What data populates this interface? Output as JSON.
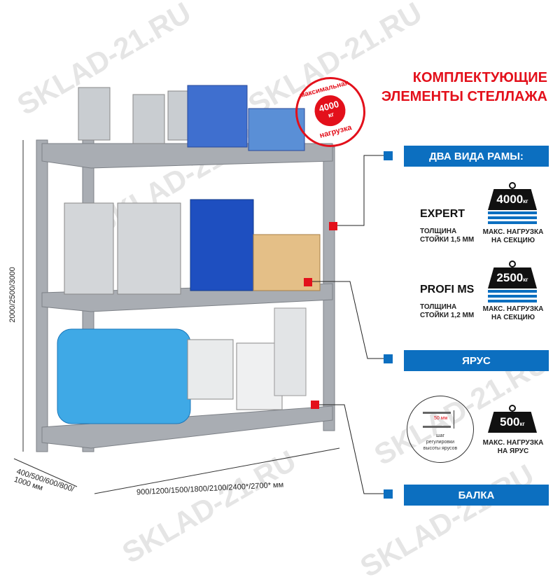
{
  "watermark": "SKLAD-21.RU",
  "title": {
    "line1": "КОМПЛЕКТУЮЩИЕ",
    "line2": "ЭЛЕМЕНТЫ СТЕЛЛАЖА"
  },
  "stamp": {
    "top": "максимальная",
    "value": "4000",
    "unit": "кг",
    "bottom": "нагрузка"
  },
  "frames": {
    "header": "ДВА ВИДА РАМЫ:",
    "items": [
      {
        "model": "EXPERT",
        "thickness_line1": "ТОЛЩИНА",
        "thickness_line2": "СТОЙКИ 1,5 ММ",
        "load": "4000",
        "unit": "кг",
        "cap_line1": "МАКС. НАГРУЗКА",
        "cap_line2": "НА СЕКЦИЮ"
      },
      {
        "model": "PROFI MS",
        "thickness_line1": "ТОЛЩИНА",
        "thickness_line2": "СТОЙКИ 1,2 ММ",
        "load": "2500",
        "unit": "кг",
        "cap_line1": "МАКС. НАГРУЗКА",
        "cap_line2": "НА СЕКЦИЮ"
      }
    ]
  },
  "tier": {
    "header": "ЯРУС",
    "step": "50 мм",
    "step_caption_1": "шаг",
    "step_caption_2": "регулировки",
    "step_caption_3": "высоты ярусов",
    "load": "500",
    "unit": "кг",
    "cap_line1": "МАКС. НАГРУЗКА",
    "cap_line2": "НА ЯРУС"
  },
  "beam": {
    "header": "БАЛКА"
  },
  "dimensions": {
    "height": "2000/2500/3000",
    "width": "900/1200/1500/1800/2100/2400*/2700* мм",
    "depth_line1": "400/500/600/800/",
    "depth_line2": "1000 мм"
  },
  "colors": {
    "accent": "#0c6fc0",
    "red": "#e3101b"
  }
}
